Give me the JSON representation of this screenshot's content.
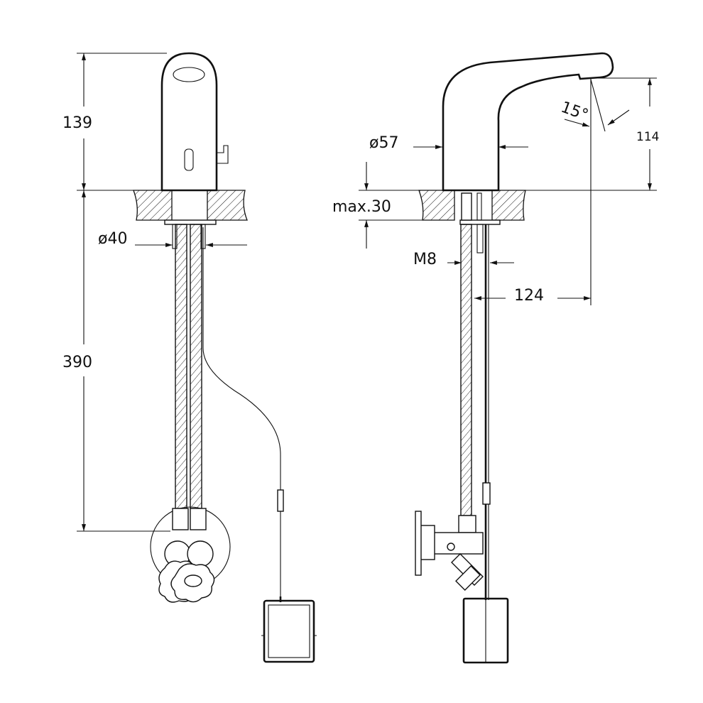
{
  "front_view": {
    "dim_height_top": "139",
    "dim_height_below": "390",
    "dim_diameter_base": "ø40"
  },
  "side_view": {
    "dim_diameter_body": "ø57",
    "dim_deck_thickness": "max.30",
    "dim_thread": "M8",
    "dim_reach": "124",
    "dim_spout_height": "114",
    "dim_angle": "15°"
  }
}
